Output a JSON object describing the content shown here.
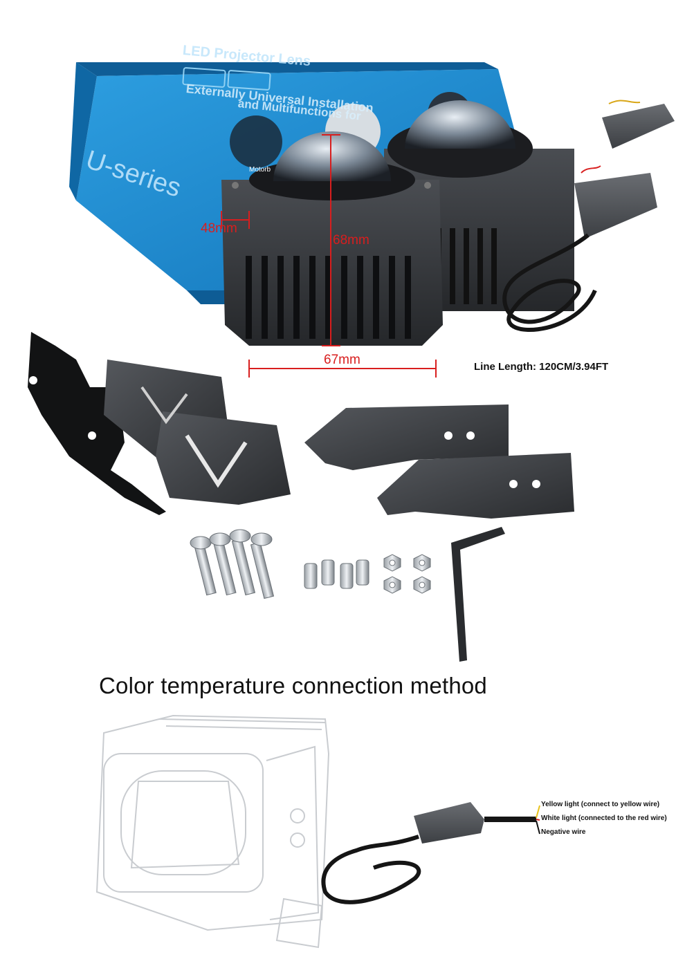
{
  "box": {
    "brand": "U-series",
    "header_line1": "U-series",
    "header_line2": "LED Projector Lens",
    "tagline_line1": "Externally Universal Installation",
    "tagline_line2": "and Multifunctions for",
    "photo_caption": "Motorb"
  },
  "dimensions": {
    "width_side": "48mm",
    "height": "68mm",
    "width_front": "67mm"
  },
  "line_length": "Line Length: 120CM/3.94FT",
  "section_title": "Color temperature connection method",
  "wires": {
    "yellow": "Yellow light (connect to yellow wire)",
    "white": "White light (connected to the red wire)",
    "negative": "Negative wire"
  },
  "colors": {
    "dimension": "#d81e1e",
    "box_blue": "#1f8fd0",
    "product_dark": "#2b2d30",
    "wire_yellow": "#e8c21a",
    "wire_red": "#d82020"
  }
}
